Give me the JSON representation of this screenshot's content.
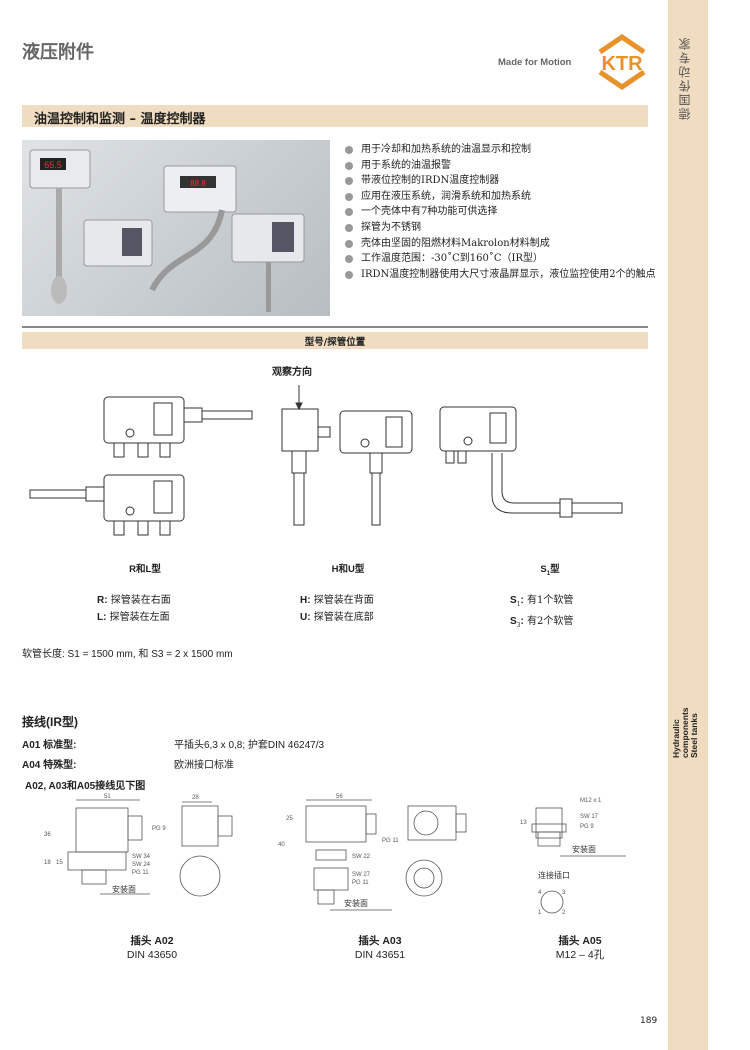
{
  "header": {
    "title": "液压附件",
    "motto": "Made for Motion",
    "logo_text": "KTR",
    "brand_color": "#e8922c"
  },
  "sidebar": {
    "top_text": "德国传动专家",
    "category": [
      "Hydraulic",
      "components",
      "Steel tanks"
    ]
  },
  "section": {
    "title": "油温控制和监测 – 温度控制器"
  },
  "features": [
    "用于冷却和加热系统的油温显示和控制",
    "用于系统的油温报警",
    "带液位控制的IRDN温度控制器",
    "应用在液压系统，润滑系统和加热系统",
    "一个壳体中有7种功能可供选择",
    "探管为不锈钢",
    "壳体由坚固的阻燃材料Makrolon材料制成",
    "工作温度范围：-30˚C到160˚C（IR型）",
    "IRDN温度控制器使用大尺寸液晶屏显示，液位监控使用2个的触点"
  ],
  "types": {
    "band_title": "型号/探管位置",
    "view_direction": "观察方向",
    "groups": [
      {
        "label": "R和L型",
        "lines": [
          {
            "k": "R:",
            "v": "探管装在右面"
          },
          {
            "k": "L:",
            "v": "探管装在左面"
          }
        ]
      },
      {
        "label": "H和U型",
        "lines": [
          {
            "k": "H:",
            "v": "探管装在背面"
          },
          {
            "k": "U:",
            "v": "探管装在底部"
          }
        ]
      },
      {
        "label": "S",
        "label_sub": "1",
        "label_suffix": "型",
        "lines": [
          {
            "k": "S",
            "sub": "1",
            "v": "有1个软管"
          },
          {
            "k": "S",
            "sub": "3",
            "v": "有2个软管"
          }
        ]
      }
    ],
    "hose_length": "软管长度: S1 = 1500 mm, 和 S3 = 2 x 1500 mm"
  },
  "wiring": {
    "title": "接线(IR型)",
    "rows": [
      {
        "k": "A01  标准型:",
        "v": "平插头6,3 x 0,8; 护套DIN 46247/3"
      },
      {
        "k": "A04  特殊型:",
        "v": "欧洲接口标准"
      }
    ],
    "see_below": "A02, A03和A05接线见下图",
    "plugs": [
      {
        "name": "插头 A02",
        "std": "DIN 43650",
        "dims": [
          "51",
          "28",
          "36",
          "15",
          "18"
        ],
        "notes": [
          "PG 9",
          "SW 34",
          "SW 24",
          "PG 11",
          "安装面"
        ]
      },
      {
        "name": "插头 A03",
        "std": "DIN 43651",
        "dims": [
          "56",
          "25",
          "40"
        ],
        "notes": [
          "PG 11",
          "SW 22",
          "SW 27",
          "PG 11",
          "安装面"
        ]
      },
      {
        "name": "插头 A05",
        "std": "M12 – 4孔",
        "dims": [
          "13"
        ],
        "notes": [
          "M12 x 1",
          "SW 17",
          "PG 9",
          "安装面",
          "连接插口"
        ],
        "pins": [
          "4",
          "3",
          "1",
          "2"
        ]
      }
    ]
  },
  "page_number": "189"
}
